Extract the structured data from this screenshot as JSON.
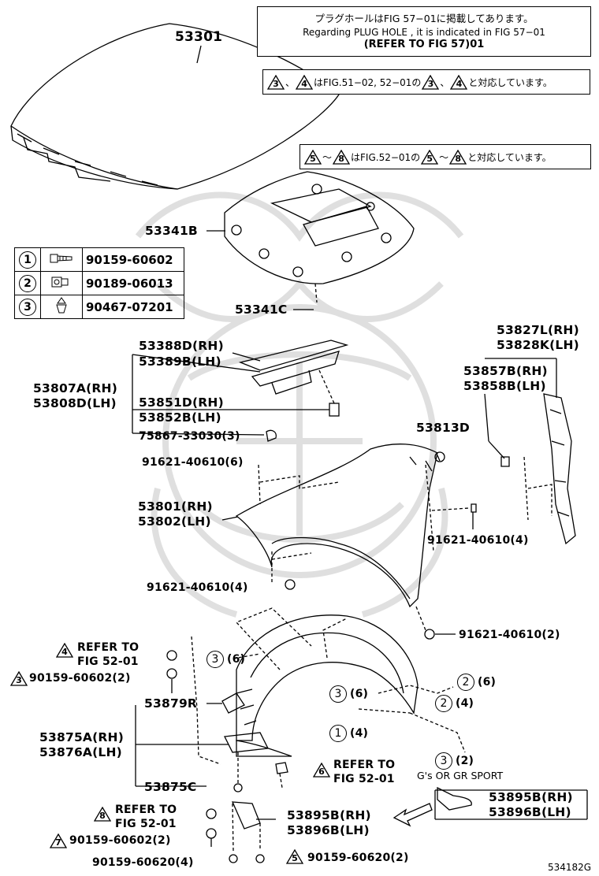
{
  "notes": {
    "plug_hole": {
      "line1": "プラグホールはFIG 57−01に掲載してあります。",
      "line2": "Regarding PLUG HOLE , it is indicated in FIG 57−01",
      "line3": "(REFER TO FIG 57)01"
    },
    "ref_3_4": {
      "tri_a": "3",
      "sep": "、",
      "tri_b": "4",
      "mid": "はFIG.51−02, 52−01の",
      "tri_c": "3",
      "sep2": "、",
      "tri_d": "4",
      "tail": "と対応しています。"
    },
    "ref_5_8": {
      "tri_a": "5",
      "sep": "〜",
      "tri_b": "8",
      "mid": "はFIG.52−01の",
      "tri_c": "5",
      "sep2": "〜",
      "tri_d": "8",
      "tail": "と対応しています。"
    }
  },
  "bolt_table": [
    {
      "num": "1",
      "part": "90159-60602"
    },
    {
      "num": "2",
      "part": "90189-06013"
    },
    {
      "num": "3",
      "part": "90467-07201"
    }
  ],
  "labels": {
    "l53301": "53301",
    "l53341B": "53341B",
    "l53341C": "53341C",
    "l53388D": "53388D(RH)",
    "l53389B": "53389B(LH)",
    "l53807A": "53807A(RH)",
    "l53808D": "53808D(LH)",
    "l53851D": "53851D(RH)",
    "l53852B": "53852B(LH)",
    "l75867": "75867-33030(3)",
    "l91621a": "91621-40610(6)",
    "l53827L": "53827L(RH)",
    "l53828K": "53828K(LH)",
    "l53857B": "53857B(RH)",
    "l53858B": "53858B(LH)",
    "l53813D": "53813D",
    "l53801": "53801(RH)",
    "l53802": "53802(LH)",
    "l91621b": "91621-40610(4)",
    "l91621c": "91621-40610(4)",
    "l91621d": "91621-40610(2)",
    "refer_to_1": "REFER TO",
    "fig_52_01_1": "FIG 52-01",
    "tri4": "4",
    "tri3": "3",
    "l90159a": "90159-60602(2)",
    "c3a": "3",
    "c3a_qty": "(6)",
    "l53879R": "53879R",
    "c3b": "3",
    "c3b_qty": "(6)",
    "c2a": "2",
    "c2a_qty": "(6)",
    "c2b": "2",
    "c2b_qty": "(4)",
    "c1": "1",
    "c1_qty": "(4)",
    "c3c": "3",
    "c3c_qty": "(2)",
    "l53875A": "53875A(RH)",
    "l53876A": "53876A(LH)",
    "l53875C": "53875C",
    "tri6": "6",
    "refer_to_2": "REFER TO",
    "fig_52_01_2": "FIG 52-01",
    "gs_gr": "G's OR GR SPORT",
    "l53895B_r": "53895B(RH)",
    "l53896B_r": "53896B(LH)",
    "tri8": "8",
    "refer_to_3": "REFER TO",
    "fig_52_01_3": "FIG 52-01",
    "tri7": "7",
    "l90159b": "90159-60602(2)",
    "l53895B": "53895B(RH)",
    "l53896B": "53896B(LH)",
    "l90159c": "90159-60620(4)",
    "tri5": "5",
    "l90159d": "90159-60620(2)",
    "figure_code": "534182G"
  }
}
